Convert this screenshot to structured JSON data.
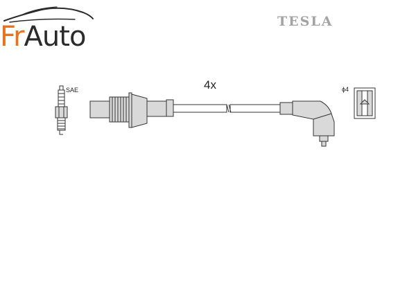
{
  "logo": {
    "part1": "Fr",
    "part2": "Auto",
    "icon": "sports-car-silhouette-icon"
  },
  "brand": {
    "name": "TESLA"
  },
  "diagram": {
    "count_label": "4x",
    "spark_plug_label": "SAE",
    "terminal_label": "ϕ4"
  },
  "colors": {
    "logo_orange": "#e8731c",
    "logo_dark": "#2b2b2b",
    "brand_gray": "#a3a3a3",
    "line": "#333333",
    "fill": "#d9d9d9"
  }
}
